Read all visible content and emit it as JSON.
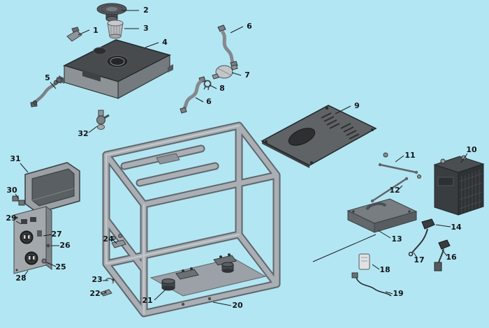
{
  "callouts": {
    "c1": "1",
    "c2": "2",
    "c3": "3",
    "c4": "4",
    "c5": "5",
    "c6": "6",
    "c6b": "6",
    "c7": "7",
    "c8": "8",
    "c9": "9",
    "c10": "10",
    "c11": "11",
    "c12": "12",
    "c13": "13",
    "c14": "14",
    "c16": "16",
    "c17": "17",
    "c18": "18",
    "c19": "19",
    "c20": "20",
    "c21": "21",
    "c22": "22",
    "c23": "23",
    "c24": "24",
    "c25": "25",
    "c26": "26",
    "c27": "27",
    "c28": "28",
    "c29": "29",
    "c30": "30",
    "c31": "31",
    "c32": "32"
  },
  "colors": {
    "background": "#b2e6f2",
    "leader_line": "#1b1d1f",
    "label_text": "#14161a",
    "frame_tube": "#a9afb4",
    "part_dark": "#474b4e",
    "part_mid": "#8d9296",
    "part_light": "#c3c6c9"
  }
}
